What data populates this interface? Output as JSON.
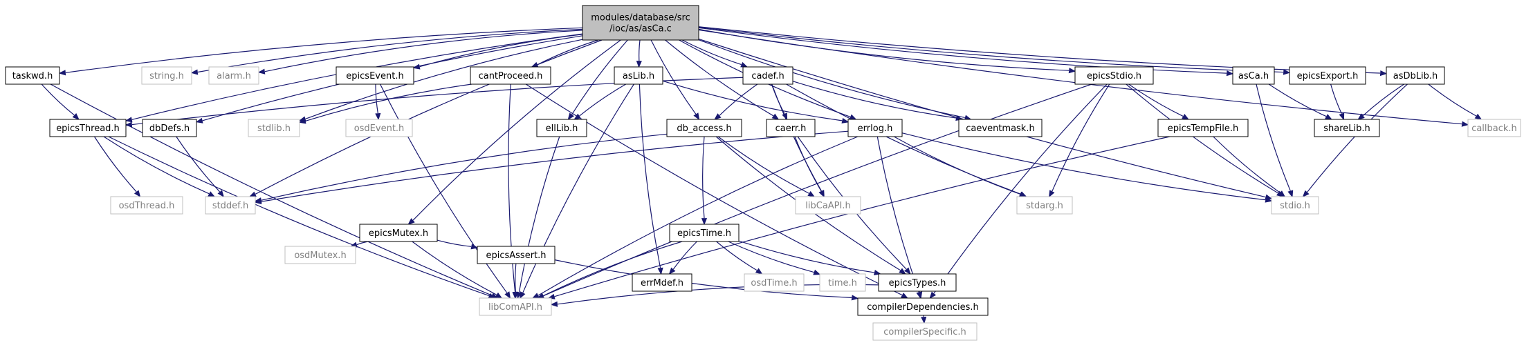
{
  "colors": {
    "edge": "#191970",
    "box_border": "#000000",
    "box_fill": "#ffffff",
    "root_fill": "#bfbfbf",
    "grey_border": "#bfbfbf",
    "text": "#000000",
    "grey_text": "#808080"
  },
  "diagram": {
    "root_label": [
      "modules/database/src",
      "/ioc/as/asCa.c"
    ],
    "nodes": [
      {
        "id": "root",
        "label": [
          "modules/database/src",
          "/ioc/as/asCa.c"
        ],
        "style": "root"
      },
      {
        "id": "taskwd",
        "label": [
          "taskwd.h"
        ],
        "style": "normal"
      },
      {
        "id": "string",
        "label": [
          "string.h"
        ],
        "style": "grey"
      },
      {
        "id": "alarm",
        "label": [
          "alarm.h"
        ],
        "style": "grey"
      },
      {
        "id": "epicsEvent",
        "label": [
          "epicsEvent.h"
        ],
        "style": "normal"
      },
      {
        "id": "cantProceed",
        "label": [
          "cantProceed.h"
        ],
        "style": "normal"
      },
      {
        "id": "asLib",
        "label": [
          "asLib.h"
        ],
        "style": "normal"
      },
      {
        "id": "cadef",
        "label": [
          "cadef.h"
        ],
        "style": "normal"
      },
      {
        "id": "epicsStdio",
        "label": [
          "epicsStdio.h"
        ],
        "style": "normal"
      },
      {
        "id": "asCa",
        "label": [
          "asCa.h"
        ],
        "style": "normal"
      },
      {
        "id": "epicsExport",
        "label": [
          "epicsExport.h"
        ],
        "style": "normal"
      },
      {
        "id": "asDbLib",
        "label": [
          "asDbLib.h"
        ],
        "style": "normal"
      },
      {
        "id": "epicsThread",
        "label": [
          "epicsThread.h"
        ],
        "style": "normal"
      },
      {
        "id": "dbDefs",
        "label": [
          "dbDefs.h"
        ],
        "style": "normal"
      },
      {
        "id": "stdlib",
        "label": [
          "stdlib.h"
        ],
        "style": "grey"
      },
      {
        "id": "osdEvent",
        "label": [
          "osdEvent.h"
        ],
        "style": "grey"
      },
      {
        "id": "ellLib",
        "label": [
          "ellLib.h"
        ],
        "style": "normal"
      },
      {
        "id": "db_access",
        "label": [
          "db_access.h"
        ],
        "style": "normal"
      },
      {
        "id": "caerr",
        "label": [
          "caerr.h"
        ],
        "style": "normal"
      },
      {
        "id": "errlog",
        "label": [
          "errlog.h"
        ],
        "style": "normal"
      },
      {
        "id": "caeventmask",
        "label": [
          "caeventmask.h"
        ],
        "style": "normal"
      },
      {
        "id": "epicsTempFile",
        "label": [
          "epicsTempFile.h"
        ],
        "style": "normal"
      },
      {
        "id": "shareLib",
        "label": [
          "shareLib.h"
        ],
        "style": "normal"
      },
      {
        "id": "callback",
        "label": [
          "callback.h"
        ],
        "style": "grey"
      },
      {
        "id": "osdThread",
        "label": [
          "osdThread.h"
        ],
        "style": "grey"
      },
      {
        "id": "stddef",
        "label": [
          "stddef.h"
        ],
        "style": "grey"
      },
      {
        "id": "libCaAPI",
        "label": [
          "libCaAPI.h"
        ],
        "style": "grey"
      },
      {
        "id": "stdarg",
        "label": [
          "stdarg.h"
        ],
        "style": "grey"
      },
      {
        "id": "stdio",
        "label": [
          "stdio.h"
        ],
        "style": "grey"
      },
      {
        "id": "epicsMutex",
        "label": [
          "epicsMutex.h"
        ],
        "style": "normal"
      },
      {
        "id": "epicsTime",
        "label": [
          "epicsTime.h"
        ],
        "style": "normal"
      },
      {
        "id": "osdMutex",
        "label": [
          "osdMutex.h"
        ],
        "style": "grey"
      },
      {
        "id": "epicsAssert",
        "label": [
          "epicsAssert.h"
        ],
        "style": "normal"
      },
      {
        "id": "errMdef",
        "label": [
          "errMdef.h"
        ],
        "style": "normal"
      },
      {
        "id": "osdTime",
        "label": [
          "osdTime.h"
        ],
        "style": "grey"
      },
      {
        "id": "time",
        "label": [
          "time.h"
        ],
        "style": "grey"
      },
      {
        "id": "epicsTypes",
        "label": [
          "epicsTypes.h"
        ],
        "style": "normal"
      },
      {
        "id": "libComAPI",
        "label": [
          "libComAPI.h"
        ],
        "style": "grey"
      },
      {
        "id": "compilerDependencies",
        "label": [
          "compilerDependencies.h"
        ],
        "style": "normal"
      },
      {
        "id": "compilerSpecific",
        "label": [
          "compilerSpecific.h"
        ],
        "style": "grey"
      }
    ],
    "edges": [
      [
        "root",
        "taskwd"
      ],
      [
        "root",
        "string"
      ],
      [
        "root",
        "alarm"
      ],
      [
        "root",
        "epicsEvent"
      ],
      [
        "root",
        "cantProceed"
      ],
      [
        "root",
        "asLib"
      ],
      [
        "root",
        "cadef"
      ],
      [
        "root",
        "epicsStdio"
      ],
      [
        "root",
        "asCa"
      ],
      [
        "root",
        "epicsExport"
      ],
      [
        "root",
        "asDbLib"
      ],
      [
        "root",
        "callback"
      ],
      [
        "root",
        "stdio"
      ],
      [
        "root",
        "epicsThread"
      ],
      [
        "root",
        "dbDefs"
      ],
      [
        "root",
        "stdlib"
      ],
      [
        "root",
        "stddef"
      ],
      [
        "root",
        "ellLib"
      ],
      [
        "root",
        "db_access"
      ],
      [
        "root",
        "caerr"
      ],
      [
        "root",
        "errlog"
      ],
      [
        "root",
        "caeventmask"
      ],
      [
        "root",
        "epicsMutex"
      ],
      [
        "taskwd",
        "epicsThread"
      ],
      [
        "taskwd",
        "libComAPI"
      ],
      [
        "epicsEvent",
        "osdEvent"
      ],
      [
        "epicsEvent",
        "libComAPI"
      ],
      [
        "cantProceed",
        "stdlib"
      ],
      [
        "cantProceed",
        "libComAPI"
      ],
      [
        "cantProceed",
        "compilerDependencies"
      ],
      [
        "asLib",
        "ellLib"
      ],
      [
        "asLib",
        "errlog"
      ],
      [
        "asLib",
        "errMdef"
      ],
      [
        "asLib",
        "libComAPI"
      ],
      [
        "cadef",
        "epicsThread"
      ],
      [
        "cadef",
        "db_access"
      ],
      [
        "cadef",
        "caerr"
      ],
      [
        "cadef",
        "caeventmask"
      ],
      [
        "cadef",
        "libCaAPI"
      ],
      [
        "cadef",
        "stdarg"
      ],
      [
        "epicsStdio",
        "epicsTempFile"
      ],
      [
        "epicsStdio",
        "stdarg"
      ],
      [
        "epicsStdio",
        "stdio"
      ],
      [
        "epicsStdio",
        "libComAPI"
      ],
      [
        "epicsStdio",
        "compilerDependencies"
      ],
      [
        "asCa",
        "shareLib"
      ],
      [
        "asCa",
        "stdio"
      ],
      [
        "epicsExport",
        "shareLib"
      ],
      [
        "asDbLib",
        "shareLib"
      ],
      [
        "asDbLib",
        "callback"
      ],
      [
        "asDbLib",
        "stdio"
      ],
      [
        "epicsThread",
        "osdThread"
      ],
      [
        "epicsThread",
        "stddef"
      ],
      [
        "epicsThread",
        "libComAPI"
      ],
      [
        "dbDefs",
        "stddef"
      ],
      [
        "ellLib",
        "libComAPI"
      ],
      [
        "db_access",
        "stddef"
      ],
      [
        "db_access",
        "epicsTime"
      ],
      [
        "db_access",
        "libCaAPI"
      ],
      [
        "db_access",
        "epicsTypes"
      ],
      [
        "caerr",
        "libCaAPI"
      ],
      [
        "caerr",
        "epicsTypes"
      ],
      [
        "errlog",
        "stddef"
      ],
      [
        "errlog",
        "stdarg"
      ],
      [
        "errlog",
        "stdio"
      ],
      [
        "errlog",
        "libComAPI"
      ],
      [
        "errlog",
        "compilerDependencies"
      ],
      [
        "epicsTempFile",
        "stdio"
      ],
      [
        "epicsTempFile",
        "libComAPI"
      ],
      [
        "epicsMutex",
        "osdMutex"
      ],
      [
        "epicsMutex",
        "epicsAssert"
      ],
      [
        "epicsMutex",
        "libComAPI"
      ],
      [
        "epicsTime",
        "errMdef"
      ],
      [
        "epicsTime",
        "osdTime"
      ],
      [
        "epicsTime",
        "time"
      ],
      [
        "epicsTime",
        "epicsTypes"
      ],
      [
        "epicsTime",
        "libComAPI"
      ],
      [
        "epicsAssert",
        "libComAPI"
      ],
      [
        "epicsAssert",
        "compilerDependencies"
      ],
      [
        "epicsTypes",
        "compilerDependencies"
      ],
      [
        "epicsTypes",
        "libComAPI"
      ],
      [
        "compilerDependencies",
        "compilerSpecific"
      ]
    ]
  }
}
